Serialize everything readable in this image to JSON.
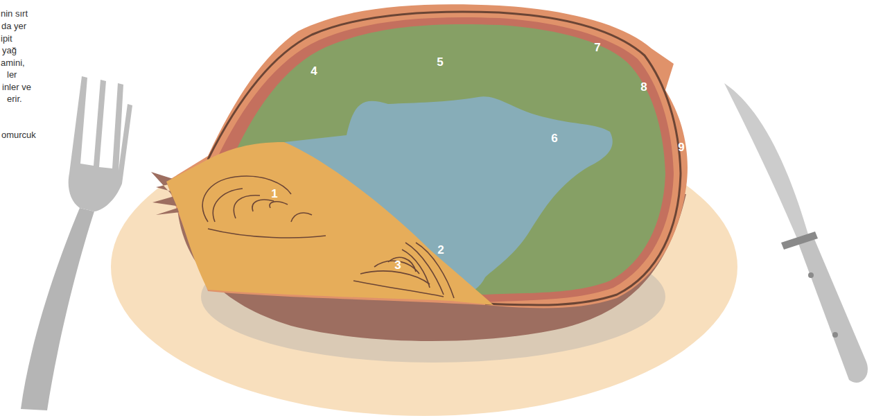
{
  "diagram": {
    "labels": [
      "nin sırt",
      "da yer",
      "ipit",
      "yağ",
      "amini,",
      "ler",
      "inler ve",
      "erir.",
      "omurcuk",
      "1",
      "2",
      "3",
      "4",
      "5",
      "6",
      "7",
      "8",
      "9"
    ]
  }
}
